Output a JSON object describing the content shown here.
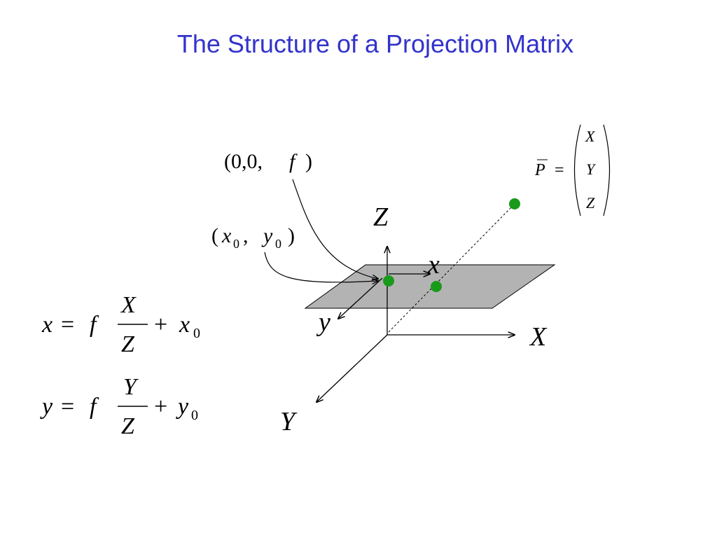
{
  "slide": {
    "title": "The Structure of a Projection Matrix"
  },
  "labels": {
    "principal_point": {
      "open": "(0,0,",
      "f": "f",
      "close": ")"
    },
    "image_center": {
      "open": "(",
      "x": "x",
      "sub": "0",
      "comma": ",",
      "y": "y",
      "sub2": "0",
      "close": ")"
    },
    "world_Z": "Z",
    "world_X": "X",
    "world_Y": "Y",
    "image_x": "x",
    "image_y": "y"
  },
  "vector_P": {
    "name": "P",
    "eq": "=",
    "entries": [
      "X",
      "Y",
      "Z"
    ]
  },
  "equation_x": {
    "lhs": "x",
    "eq": "=",
    "f": "f",
    "num": "X",
    "den": "Z",
    "plus": "+",
    "term": "x",
    "sub": "0"
  },
  "equation_y": {
    "lhs": "y",
    "eq": "=",
    "f": "f",
    "num": "Y",
    "den": "Z",
    "plus": "+",
    "term": "y",
    "sub": "0"
  },
  "colors": {
    "title": "#3333cc",
    "point": "#1a9a1a",
    "plane": "#b3b3b3"
  }
}
